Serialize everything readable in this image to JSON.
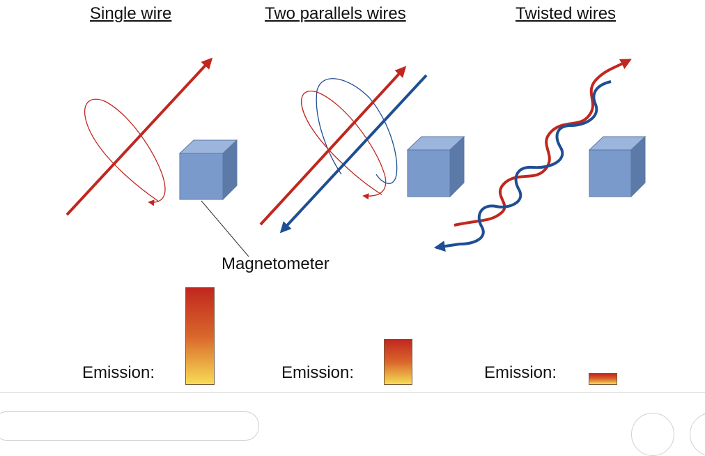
{
  "headings": {
    "single": "Single wire",
    "parallel": "Two parallels wires",
    "twisted": "Twisted wires"
  },
  "magnetometer_label": "Magnetometer",
  "emission": {
    "label": "Emission:",
    "levels": [
      {
        "panel": "single",
        "level": 1.0
      },
      {
        "panel": "parallel",
        "level": 0.47
      },
      {
        "panel": "twisted",
        "level": 0.12
      }
    ]
  },
  "colors": {
    "red_wire": "#c0271f",
    "blue_wire": "#1f4e93",
    "cube_front": "#7a9acb",
    "cube_top": "#9bb5dc",
    "cube_side": "#5c7aa8",
    "field_loop_red": "#c0271f",
    "field_loop_blue": "#1f4e93"
  }
}
